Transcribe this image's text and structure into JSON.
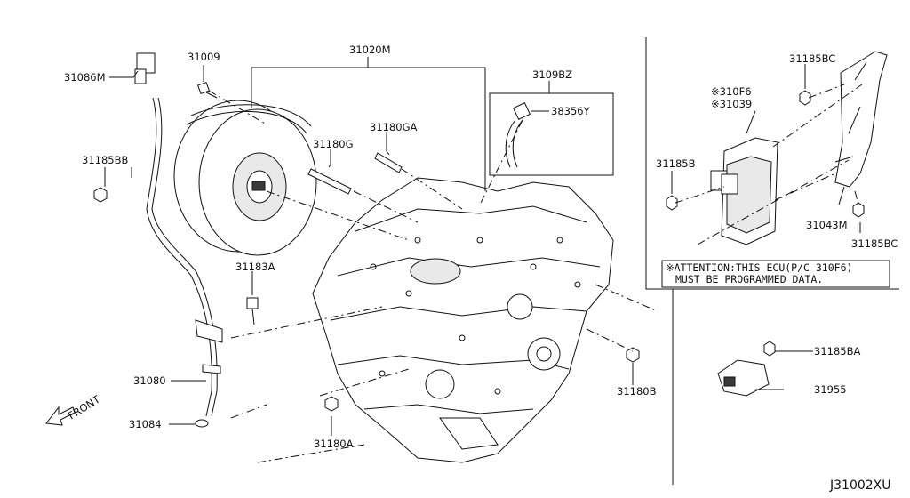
{
  "diagram": {
    "ref_code": "J31002XU",
    "front_label": "FRONT",
    "callouts": {
      "c31086M": "31086M",
      "c31009": "31009",
      "c31020M": "31020M",
      "c3109BZ": "3109BZ",
      "c38356Y": "38356Y",
      "c31180GA": "31180GA",
      "c31180G": "31180G",
      "c31185BB": "31185BB",
      "c31183A": "31183A",
      "c31080": "31080",
      "c31084": "31084",
      "c31180A": "31180A",
      "c31180B": "31180B",
      "c31185BC_top": "31185BC",
      "c310F6": "※310F6",
      "c31039": "※31039",
      "c31185B": "31185B",
      "c31043M": "31043M",
      "c31185BC_bot": "31185BC",
      "c31185BA": "31185BA",
      "c31955": "31955"
    },
    "attention": {
      "line1": "※ATTENTION:THIS ECU(P/C 310F6)",
      "line2": "MUST BE PROGRAMMED DATA."
    }
  }
}
